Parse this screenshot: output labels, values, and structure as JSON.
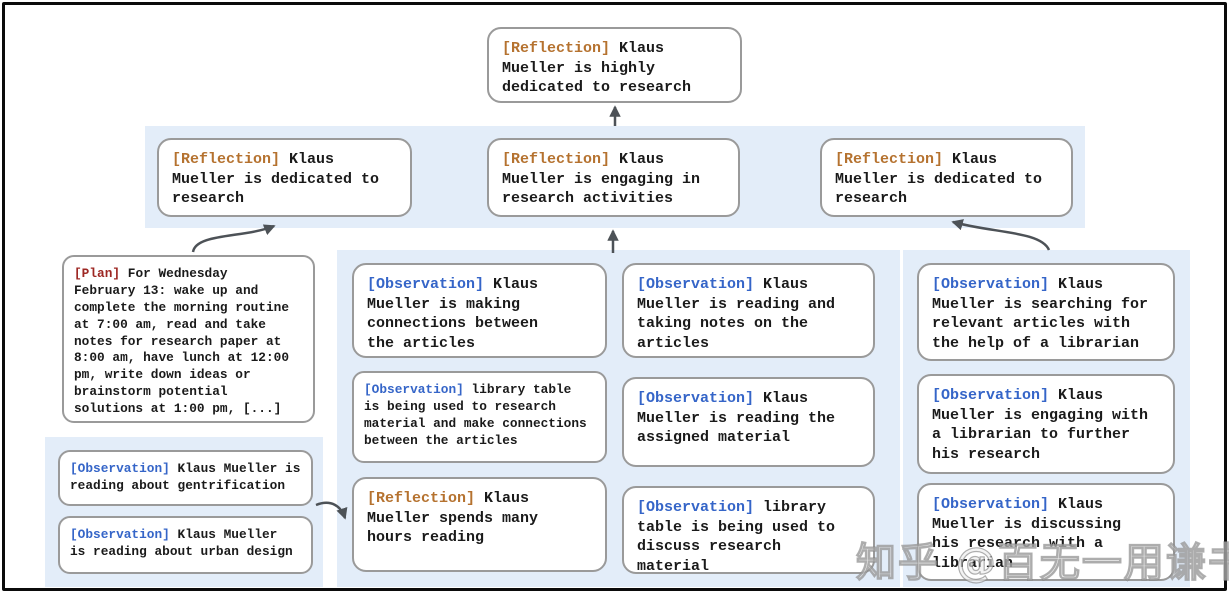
{
  "colors": {
    "reflection_tag": "#b5722f",
    "observation_tag": "#3565c8",
    "plan_tag": "#9d2723",
    "band": "#e3edf9",
    "box_border": "#9a9a9a",
    "arrow": "#4d5257"
  },
  "watermark": "知乎 @百无一用谦书生",
  "nodes": {
    "top": {
      "tag": "[Reflection]",
      "body": "Klaus\nMueller is highly\ndedicated to research"
    },
    "row2_left": {
      "tag": "[Reflection]",
      "body": "Klaus\nMueller is dedicated to\nresearch"
    },
    "row2_mid": {
      "tag": "[Reflection]",
      "body": "Klaus\nMueller is engaging in\nresearch activities"
    },
    "row2_right": {
      "tag": "[Reflection]",
      "body": "Klaus\nMueller is dedicated to\nresearch"
    },
    "plan": {
      "tag": "[Plan]",
      "body": "For Wednesday\nFebruary 13: wake up and\ncomplete the morning routine\nat 7:00 am, read and take\nnotes for research paper at\n8:00 am, have lunch at 12:00\npm, write down ideas or\nbrainstorm potential\nsolutions at 1:00 pm, [...]"
    },
    "left_obs1": {
      "tag": "[Observation]",
      "body": "Klaus Mueller is\nreading about gentrification"
    },
    "left_obs2": {
      "tag": "[Observation]",
      "body": "Klaus Mueller\nis reading about urban design"
    },
    "mid_c1r1": {
      "tag": "[Observation]",
      "body": "Klaus\nMueller is making\nconnections between\nthe articles"
    },
    "mid_c1r2": {
      "tag": "[Observation]",
      "body": "library table\nis being used to research\nmaterial and make connections\nbetween the articles"
    },
    "mid_c1r3": {
      "tag": "[Reflection]",
      "body": "Klaus\nMueller spends many\nhours reading"
    },
    "mid_c2r1": {
      "tag": "[Observation]",
      "body": "Klaus\nMueller is reading and\ntaking notes on the\narticles"
    },
    "mid_c2r2": {
      "tag": "[Observation]",
      "body": "Klaus\nMueller is reading the\nassigned material"
    },
    "mid_c2r3": {
      "tag": "[Observation]",
      "body": "library\ntable is being used to\ndiscuss research material"
    },
    "right_r1": {
      "tag": "[Observation]",
      "body": "Klaus\nMueller is searching for\nrelevant articles with\nthe help of a librarian"
    },
    "right_r2": {
      "tag": "[Observation]",
      "body": "Klaus\nMueller is engaging with\na librarian to further\nhis research"
    },
    "right_r3": {
      "tag": "[Observation]",
      "body": "Klaus\nMueller is discussing\nhis research with a\nlibrarian"
    }
  }
}
